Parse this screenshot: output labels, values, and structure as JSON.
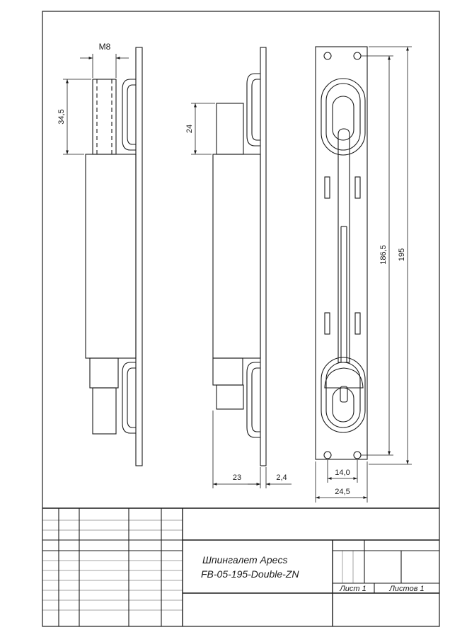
{
  "drawing": {
    "dimensions": {
      "thread": "M8",
      "bolt_upper_length_front": "34,5",
      "bolt_upper_length_side": "24",
      "body_depth": "23",
      "plate_thickness": "2,4",
      "hole_spacing_width": "14,0",
      "plate_width": "24,5",
      "hole_spacing_height": "186,5",
      "overall_height": "195"
    }
  },
  "title_block": {
    "title_line1": "Шпингалет Apecs",
    "title_line2": "FB-05-195-Double-ZN",
    "sheet_label": "Лист 1",
    "sheets_label": "Листов 1"
  }
}
